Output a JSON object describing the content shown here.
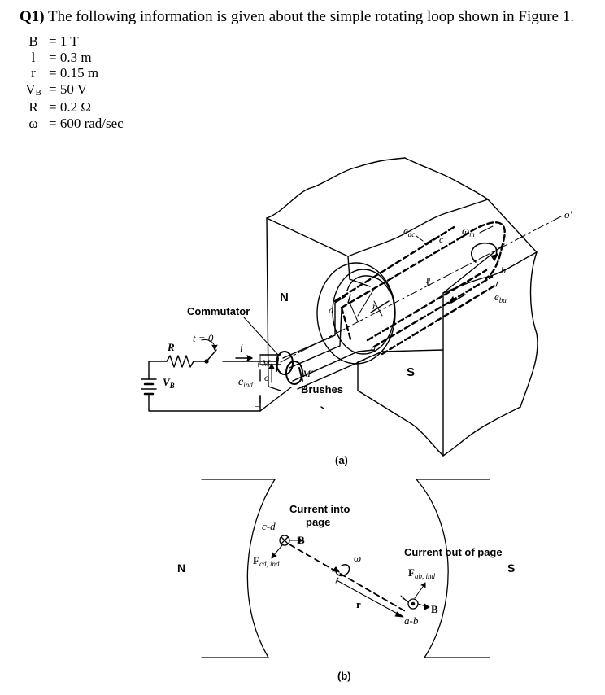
{
  "question": {
    "number": "Q1)",
    "text": " The following information is given about the simple rotating loop shown in Figure 1."
  },
  "params": [
    {
      "symbol": "B",
      "value": "= 1 T"
    },
    {
      "symbol": "l",
      "value": "= 0.3 m"
    },
    {
      "symbol": "r",
      "value": "= 0.15 m"
    },
    {
      "symbol": "V",
      "symbol_sub": "B",
      "value": "= 50 V"
    },
    {
      "symbol": "R",
      "value": "= 0.2 Ω"
    },
    {
      "symbol": "ω",
      "value": "= 600 rad/sec"
    }
  ],
  "figure_a": {
    "label_N": "N",
    "label_S": "S",
    "commutator": "Commutator",
    "t0": "t = 0",
    "R": "R",
    "i": "i",
    "VB": "V",
    "VB_sub": "B",
    "eind": "e",
    "eind_sub": "ind",
    "plus": "+",
    "minus": "–",
    "M": "M",
    "Mprime": "M′",
    "o": "o",
    "oprime": "o′",
    "brushes": "Brushes",
    "edc": "e",
    "edc_sub": "dc",
    "ewm": "ω",
    "ewm_sub": "m",
    "eba": "e",
    "eba_sub": "ba",
    "a": "a",
    "b": "b",
    "c": "c",
    "d": "d",
    "r": "r",
    "l": "ℓ",
    "caption": "(a)"
  },
  "figure_b": {
    "label_N": "N",
    "label_S": "S",
    "current_into_1": "Current into",
    "current_into_2": "page",
    "cd": "c-d",
    "B1": "B",
    "F_cd": "F",
    "F_cd_sub": "cd, ind",
    "omega": "ω",
    "current_out": "Current out of page",
    "F_ab": "F",
    "F_ab_sub": "ab, ind",
    "r": "r",
    "B2": "B",
    "ab": "a-b",
    "caption": "(b)"
  }
}
